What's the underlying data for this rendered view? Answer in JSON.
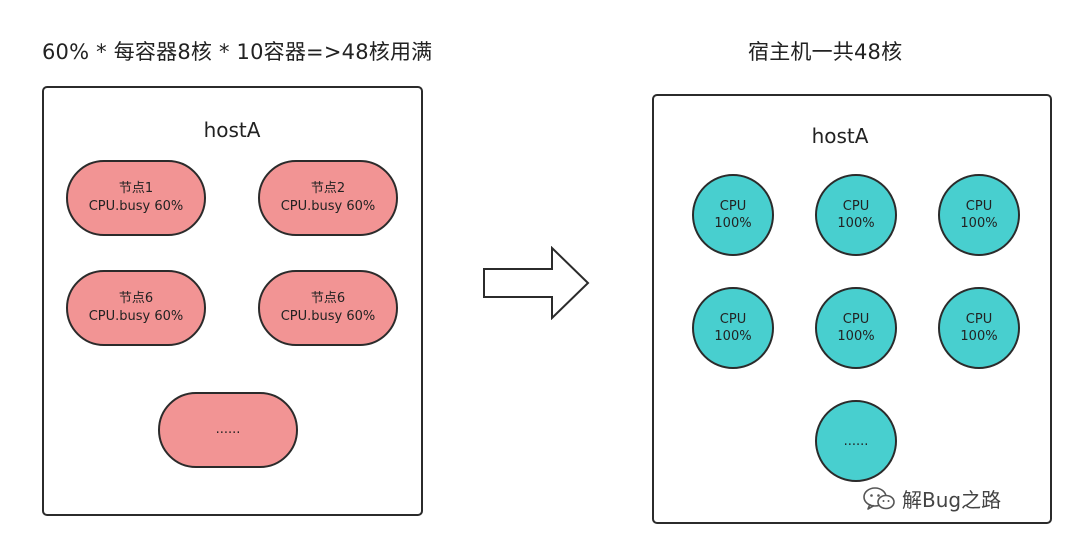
{
  "left_caption": "60% * 每容器8核 * 10容器=>48核用满",
  "right_caption": "宿主机一共48核",
  "left_host": {
    "label": "hostA",
    "nodes": [
      {
        "name": "节点1",
        "usage": "CPU.busy 60%"
      },
      {
        "name": "节点2",
        "usage": "CPU.busy 60%"
      },
      {
        "name": "节点6",
        "usage": "CPU.busy 60%"
      },
      {
        "name": "节点6",
        "usage": "CPU.busy 60%"
      }
    ],
    "more": "......"
  },
  "right_host": {
    "label": "hostA",
    "cpus": [
      {
        "label": "CPU",
        "value": "100%"
      },
      {
        "label": "CPU",
        "value": "100%"
      },
      {
        "label": "CPU",
        "value": "100%"
      },
      {
        "label": "CPU",
        "value": "100%"
      },
      {
        "label": "CPU",
        "value": "100%"
      },
      {
        "label": "CPU",
        "value": "100%"
      }
    ],
    "more": "......"
  },
  "watermark": "解Bug之路",
  "colors": {
    "node_fill": "#f29494",
    "cpu_fill": "#48cfcf",
    "outline": "#2b2b2b"
  }
}
